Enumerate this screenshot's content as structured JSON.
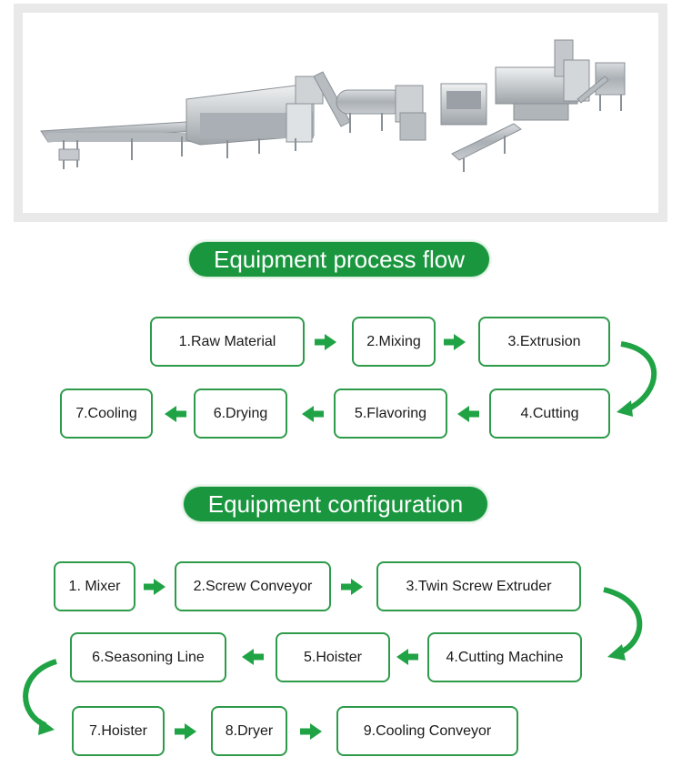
{
  "colors": {
    "accent": "#19963e",
    "box_border": "#2e9b4a",
    "arrow": "#1fa344",
    "frame": "#e9e9e9"
  },
  "photo": {
    "name": "production-line-machinery",
    "icon": "extruder-production-line-image"
  },
  "section1": {
    "title": "Equipment process flow",
    "steps": [
      "1.Raw Material",
      "2.Mixing",
      "3.Extrusion",
      "4.Cutting",
      "5.Flavoring",
      "6.Drying",
      "7.Cooling"
    ]
  },
  "section2": {
    "title": "Equipment configuration",
    "steps": [
      "1. Mixer",
      "2.Screw Conveyor",
      "3.Twin Screw Extruder",
      "4.Cutting Machine",
      "5.Hoister",
      "6.Seasoning Line",
      "7.Hoister",
      "8.Dryer",
      "9.Cooling Conveyor"
    ]
  }
}
